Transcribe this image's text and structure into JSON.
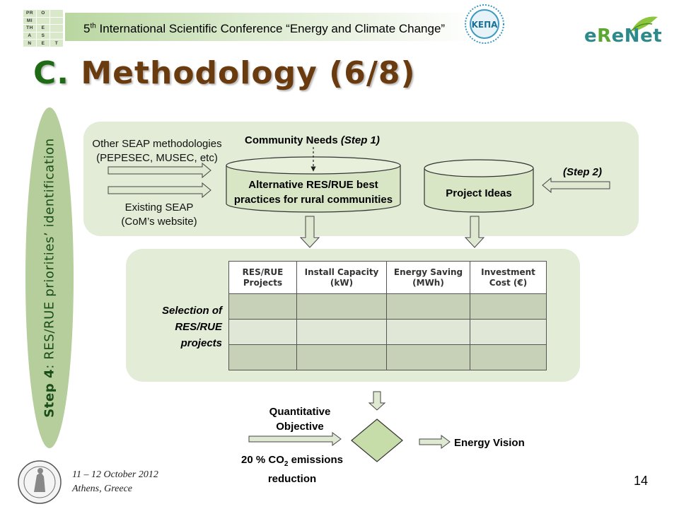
{
  "header": {
    "logo_cells": [
      "PR",
      "O",
      "",
      "MI",
      "",
      "",
      "TH",
      "E",
      "",
      "A",
      "S",
      "",
      "N",
      "E",
      "T"
    ],
    "conference_sup": "th",
    "conference_num": "5",
    "conference_text": " International Scientific Conference “Energy and Climate Change”",
    "kepa_label": "ΚΕΠΑ",
    "erenet_e": "e",
    "erenet_r": "R",
    "erenet_rest": "eNet"
  },
  "title": {
    "letter": "C.",
    "text": "Methodology (6/8)"
  },
  "sidebar": {
    "step_bold": "Step 4",
    "step_rest": ": RES/RUE priorities’ identification"
  },
  "top_panel": {
    "other_seap_line1": "Other SEAP methodologies",
    "other_seap_line2": "(PEPESEC, MUSEC, etc)",
    "existing_seap_line1": "Existing SEAP",
    "existing_seap_line2": "(CoM’s website)",
    "community_needs": "Community Needs ",
    "community_step": "(Step 1)",
    "alt_practices_line1": "Alternative RES/RUE best",
    "alt_practices_line2": "practices for rural communities",
    "project_ideas": "Project Ideas",
    "step2": "(Step 2)"
  },
  "mid_panel": {
    "selection_line1": "Selection of",
    "selection_line2": "RES/RUE",
    "selection_line3": "projects",
    "table_headers": [
      {
        "line1": "RES/RUE",
        "line2": "Projects"
      },
      {
        "line1": "Install Capacity",
        "line2": "(kW)"
      },
      {
        "line1": "Energy Saving",
        "line2": "(MWh)"
      },
      {
        "line1": "Investment",
        "line2": "Cost (€)"
      }
    ]
  },
  "bottom": {
    "quant_line1": "Quantitative",
    "quant_line2": "Objective",
    "co2_prefix": "20 % CO",
    "co2_sub": "2",
    "co2_suffix": " emissions",
    "co2_line2": "reduction",
    "energy_vision": "Energy Vision"
  },
  "footer": {
    "date_line1": "11 – 12 October 2012",
    "date_line2": "Athens, Greece",
    "page_number": "14"
  },
  "colors": {
    "panel": "#e2ecd6",
    "sidebar": "#b5ce9c",
    "title_brown": "#6b3b10",
    "title_green": "#1f6a14",
    "cylinder": "#d9e6c6",
    "arrow_fill": "#dfe9d2"
  }
}
